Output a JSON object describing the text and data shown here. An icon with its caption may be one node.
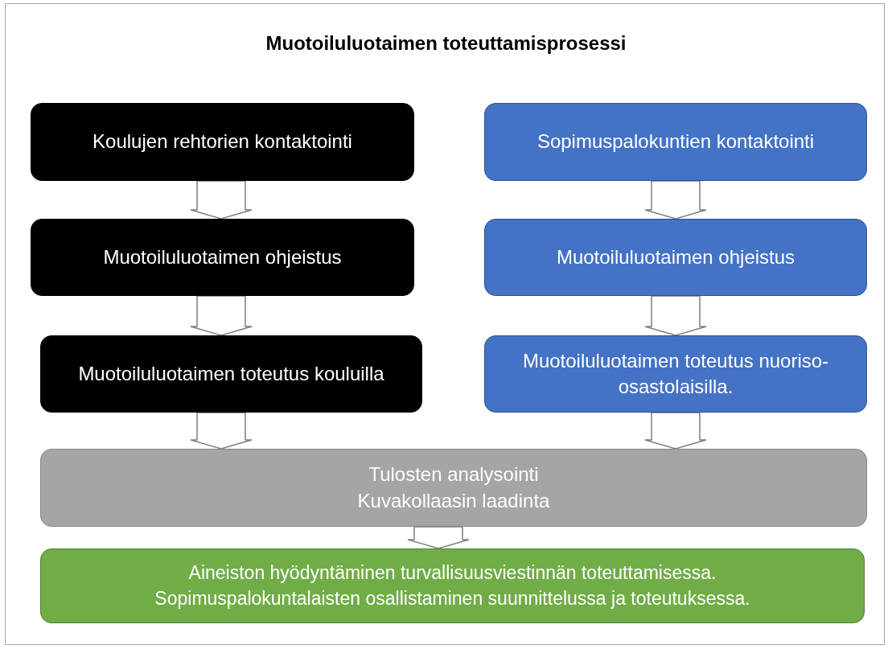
{
  "diagram": {
    "title": "Muotoiluluotaimen toteuttamisprosessi",
    "nodes": [
      {
        "text": [
          "Koulujen rehtorien kontaktointi"
        ]
      },
      {
        "text": [
          "Sopimuspalokuntien kontaktointi"
        ]
      },
      {
        "text": [
          "Muotoiluluotaimen ohjeistus"
        ]
      },
      {
        "text": [
          "Muotoiluluotaimen ohjeistus"
        ]
      },
      {
        "text": [
          "Muotoiluluotaimen toteutus kouluilla"
        ]
      },
      {
        "text": [
          "Muotoiluluotaimen toteutus nuoriso-osastolaisilla."
        ]
      },
      {
        "text": [
          "Tulosten analysointi Kuvakollaasin laadinta"
        ]
      },
      {
        "text": [
          "Aineiston hyödyntäminen turvallisuusviestinnän toteuttamisessa. Sopimuspalokuntalaisten osallistaminen suunnittelussa ja toteutuksessa."
        ]
      }
    ],
    "edges": [
      {
        "from": 0,
        "to": 2,
        "arrow": "to"
      },
      {
        "from": 1,
        "to": 3,
        "arrow": "to"
      },
      {
        "from": 2,
        "to": 4,
        "arrow": "to"
      },
      {
        "from": 3,
        "to": 5,
        "arrow": "to"
      },
      {
        "from": 4,
        "to": 6,
        "arrow": "to"
      },
      {
        "from": 5,
        "to": 6,
        "arrow": "to"
      },
      {
        "from": 6,
        "to": 7,
        "arrow": "to"
      }
    ]
  }
}
